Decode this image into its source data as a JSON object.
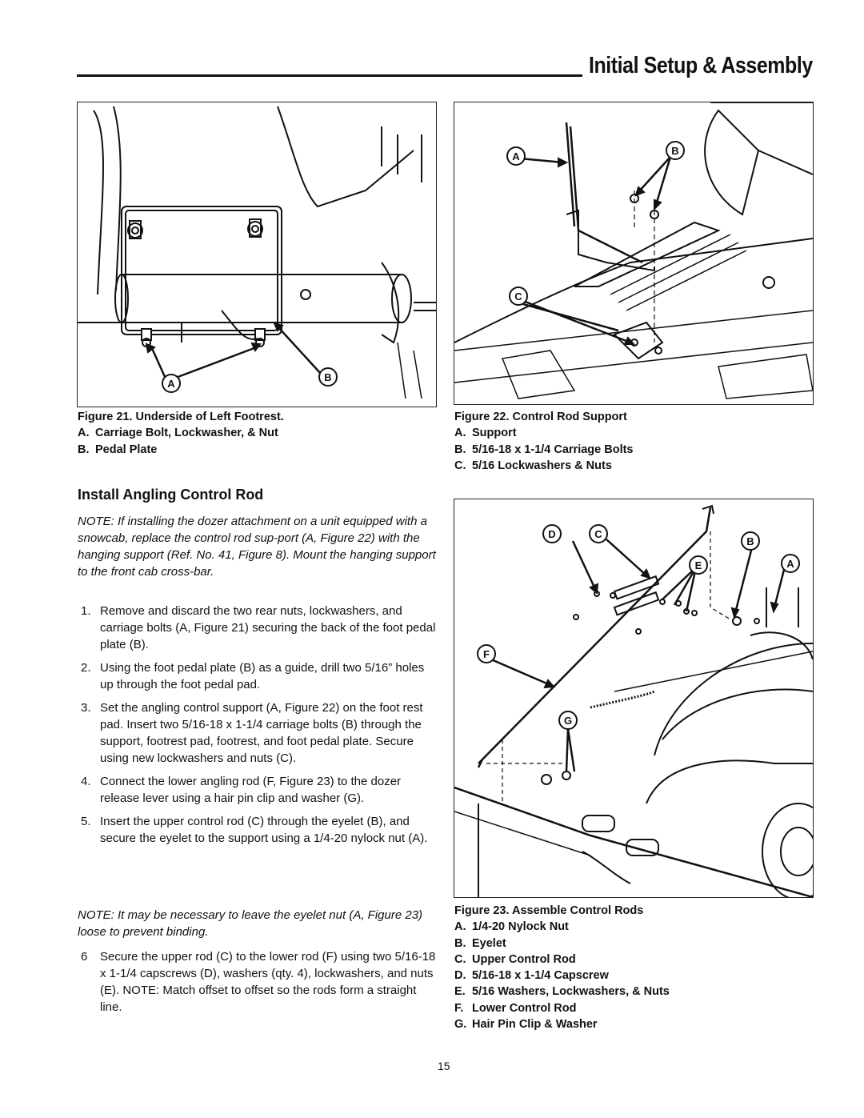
{
  "header": {
    "title": "Initial Setup & Assembly"
  },
  "figure21": {
    "caption": "Figure 21.  Underside of Left Footrest.",
    "items": [
      {
        "label": "A.",
        "text": "Carriage Bolt, Lockwasher, & Nut"
      },
      {
        "label": "B.",
        "text": "Pedal Plate"
      }
    ],
    "callouts": [
      "A",
      "B"
    ]
  },
  "figure22": {
    "caption": "Figure 22.  Control Rod Support",
    "items": [
      {
        "label": "A.",
        "text": "Support"
      },
      {
        "label": "B.",
        "text": "5/16-18 x 1-1/4 Carriage Bolts"
      },
      {
        "label": "C.",
        "text": "5/16 Lockwashers & Nuts"
      }
    ],
    "callouts": [
      "A",
      "B",
      "C"
    ]
  },
  "figure23": {
    "caption": "Figure 23. Assemble Control Rods",
    "items": [
      {
        "label": "A.",
        "text": "1/4-20 Nylock Nut"
      },
      {
        "label": "B.",
        "text": "Eyelet"
      },
      {
        "label": "C.",
        "text": "Upper Control Rod"
      },
      {
        "label": "D.",
        "text": "5/16-18 x 1-1/4 Capscrew"
      },
      {
        "label": "E.",
        "text": "5/16 Washers, Lockwashers, & Nuts"
      },
      {
        "label": "F.",
        "text": "Lower Control Rod"
      },
      {
        "label": "G.",
        "text": "Hair Pin Clip & Washer"
      }
    ],
    "callouts": [
      "D",
      "C",
      "B",
      "E",
      "A",
      "F",
      "G"
    ]
  },
  "section": {
    "heading": "Install Angling Control Rod",
    "note1": "NOTE: If installing the dozer attachment on a unit equipped with a snowcab, replace the control rod sup-port (A, Figure 22) with the hanging support (Ref. No. 41, Figure 8). Mount the hanging support to the front cab cross-bar.",
    "steps": [
      {
        "num": "1.",
        "text": "Remove and discard the two rear nuts, lockwashers, and carriage bolts (A, Figure 21) securing the back of the foot pedal plate (B)."
      },
      {
        "num": "2.",
        "text": "Using the foot pedal plate (B) as a guide, drill two 5/16” holes up through the foot pedal pad."
      },
      {
        "num": "3.",
        "text": "Set the angling control support (A, Figure 22) on the foot rest pad. Insert two 5/16-18 x 1-1/4 carriage bolts (B) through the support, footrest pad, footrest, and foot pedal plate. Secure using new lockwashers and nuts (C)."
      },
      {
        "num": "4.",
        "text": "Connect the lower angling rod (F, Figure 23) to the dozer release lever using a hair pin clip and washer (G)."
      },
      {
        "num": "5.",
        "text": "Insert the upper control rod (C) through the eyelet (B), and secure the eyelet to the support using a 1/4-20 nylock nut (A)."
      }
    ],
    "note2": "NOTE: It may be necessary to leave the eyelet nut (A, Figure 23) loose to prevent binding.",
    "step6": {
      "num": "6",
      "text": "Secure the upper rod (C) to the lower rod (F) using two 5/16-18 x 1-1/4 capscrews (D), washers (qty. 4), lockwashers, and nuts (E). NOTE: Match offset to offset so the rods form a straight line."
    }
  },
  "page_number": "15"
}
